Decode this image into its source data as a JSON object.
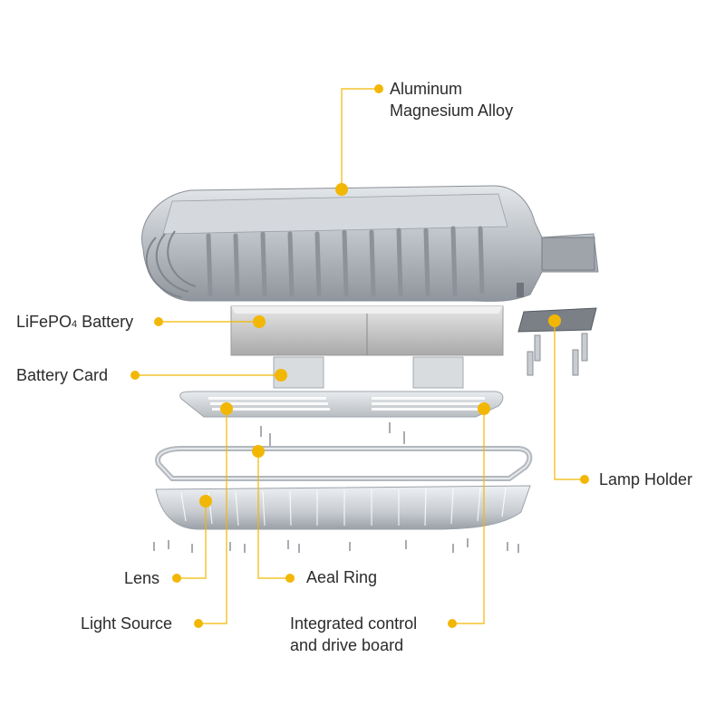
{
  "accent_color": "#f2b705",
  "labels": {
    "aluminum_line1": "Aluminum",
    "aluminum_line2": "Magnesium Alloy",
    "battery_main": "LiFePO",
    "battery_sub": "4",
    "battery_tail": " Battery",
    "battery_card": "Battery Card",
    "lamp_holder": "Lamp Holder",
    "lens": "Lens",
    "aeal_ring": "Aeal Ring",
    "light_source": "Light Source",
    "control_line1": "Integrated control",
    "control_line2": "and drive board"
  }
}
